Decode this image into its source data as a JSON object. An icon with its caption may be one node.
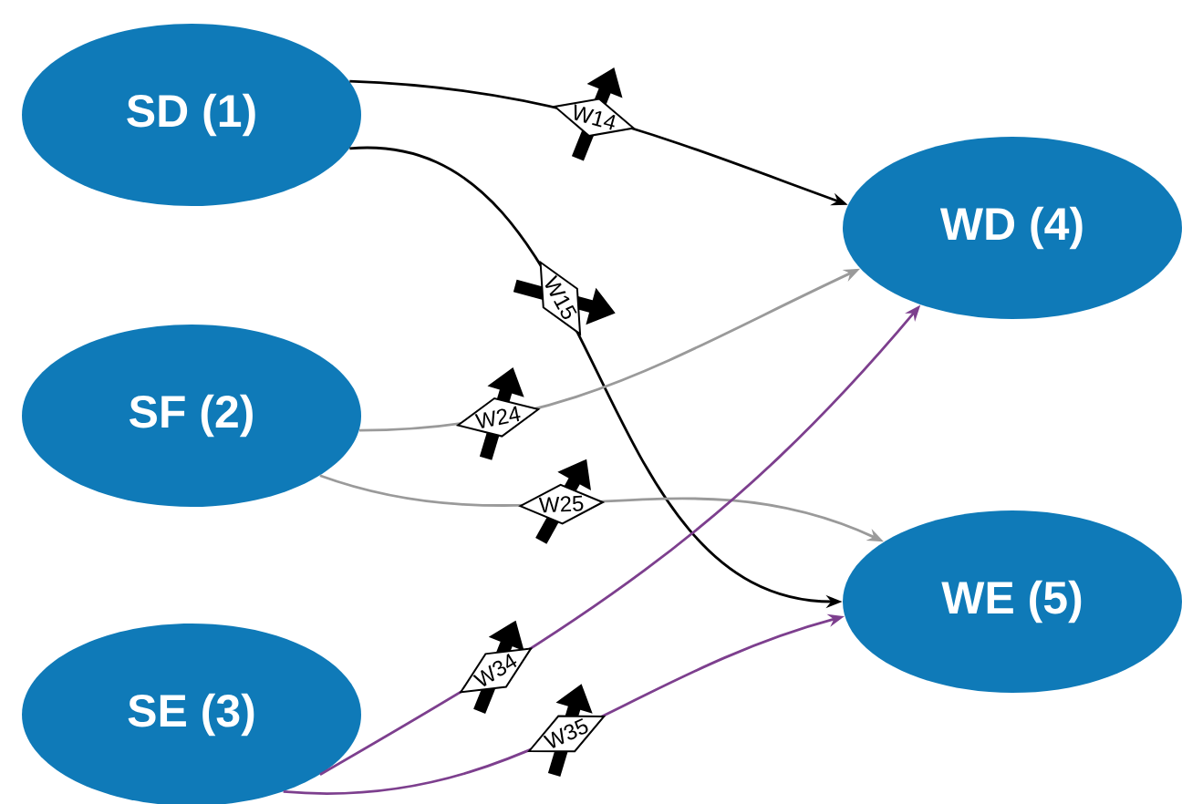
{
  "diagram": {
    "nodes": [
      {
        "text": [
          "SD (1)"
        ]
      },
      {
        "text": [
          "SF (2)"
        ]
      },
      {
        "text": [
          "SE (3)"
        ]
      },
      {
        "text": [
          "WD (4)"
        ]
      },
      {
        "text": [
          "WE (5)"
        ]
      }
    ],
    "edges": [
      {
        "from": 0,
        "to": 3,
        "arrow": "to",
        "label": "W14"
      },
      {
        "from": 0,
        "to": 4,
        "arrow": "to",
        "label": "W15"
      },
      {
        "from": 1,
        "to": 3,
        "arrow": "to",
        "label": "W24",
        "color": "#9a9a9a"
      },
      {
        "from": 1,
        "to": 4,
        "arrow": "to",
        "label": "W25",
        "color": "#9a9a9a"
      },
      {
        "from": 2,
        "to": 3,
        "arrow": "to",
        "label": "W34",
        "color": "#7d3f8e"
      },
      {
        "from": 2,
        "to": 4,
        "arrow": "to",
        "label": "W35",
        "color": "#7d3f8e"
      }
    ]
  }
}
